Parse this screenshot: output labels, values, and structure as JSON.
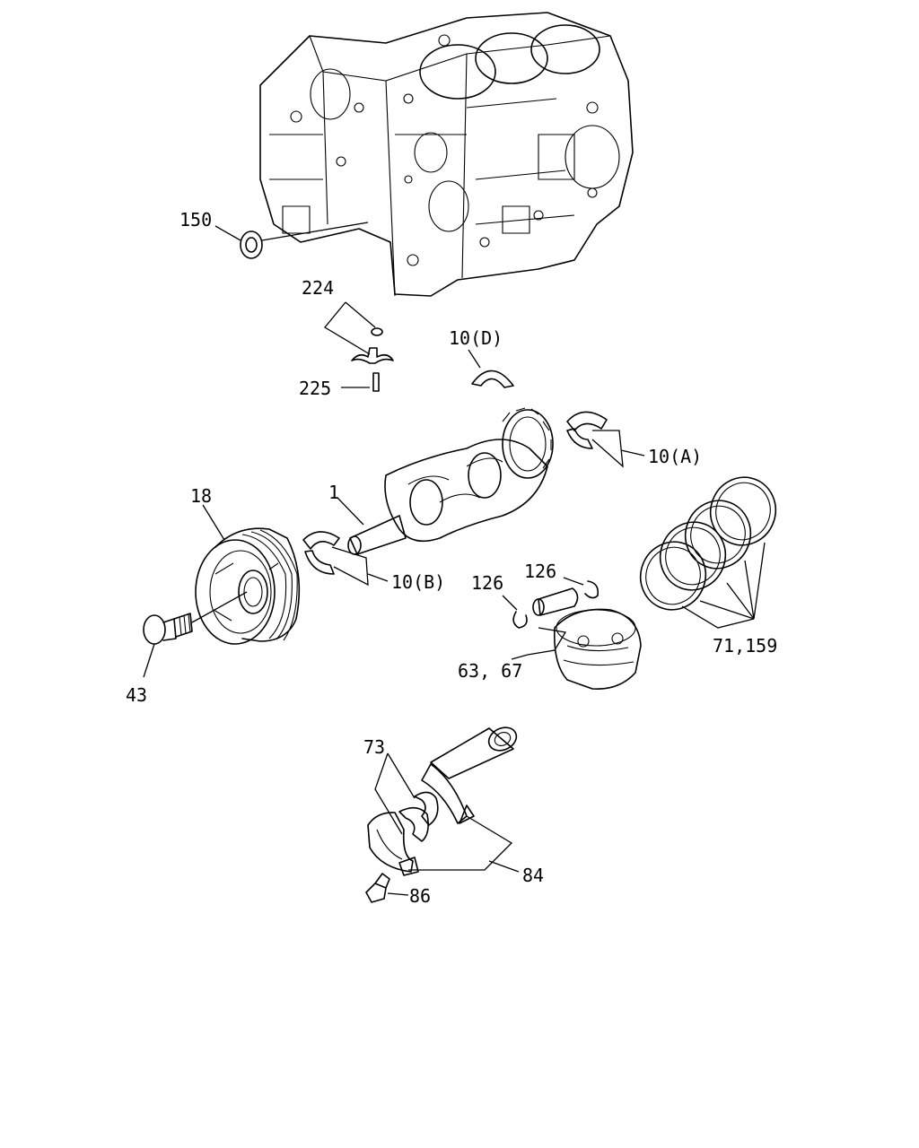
{
  "labels": {
    "p150": "150",
    "p224": "224",
    "p225": "225",
    "p10d": "10(D)",
    "p10a": "10(A)",
    "p1": "1",
    "p18": "18",
    "p10b": "10(B)",
    "p126a": "126",
    "p126b": "126",
    "p43": "43",
    "p6367": "63, 67",
    "p71159": "71,159",
    "p73": "73",
    "p84": "84",
    "p86": "86"
  }
}
